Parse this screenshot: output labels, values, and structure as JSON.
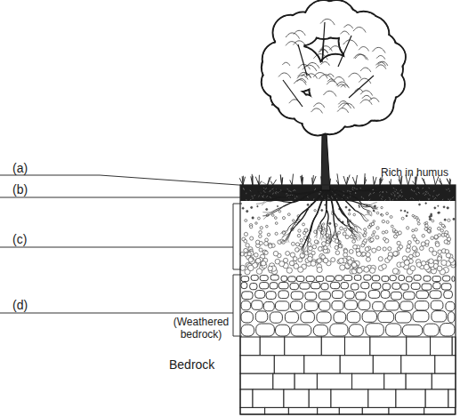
{
  "diagram": {
    "labels": [
      "(a)",
      "(b)",
      "(c)",
      "(d)",
      "Rich in humus",
      "(Weathered bedrock)",
      "Bedrock"
    ]
  }
}
